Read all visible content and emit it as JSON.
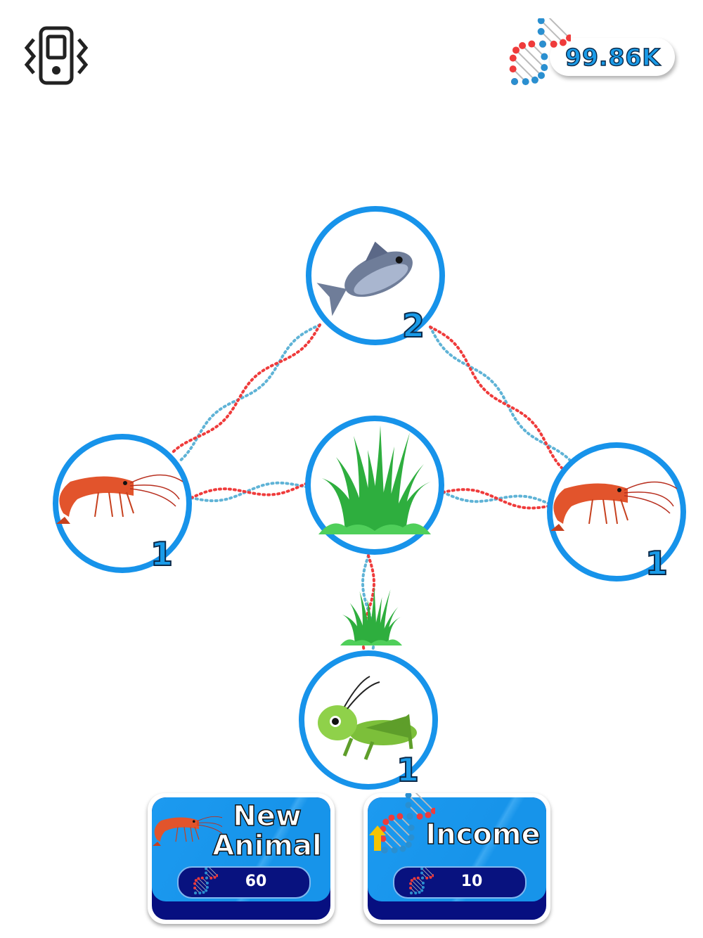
{
  "currency": {
    "value": "99.86K",
    "icon": "dna-icon"
  },
  "nodes": [
    {
      "id": "fish",
      "animal": "fish",
      "level": "2"
    },
    {
      "id": "shrimp-left",
      "animal": "shrimp",
      "level": "1"
    },
    {
      "id": "grass",
      "animal": "grass",
      "level": ""
    },
    {
      "id": "shrimp-right",
      "animal": "shrimp",
      "level": "1"
    },
    {
      "id": "grasshopper",
      "animal": "grasshopper",
      "level": "1"
    }
  ],
  "buttons": {
    "new_animal": {
      "line1": "New",
      "line2": "Animal",
      "cost": "60"
    },
    "income": {
      "label": "Income",
      "cost": "10"
    }
  },
  "colors": {
    "accent": "#1a9be8",
    "button_dark": "#070f80",
    "dna_red": "#ef3b3b",
    "dna_blue": "#5fb3d6"
  }
}
